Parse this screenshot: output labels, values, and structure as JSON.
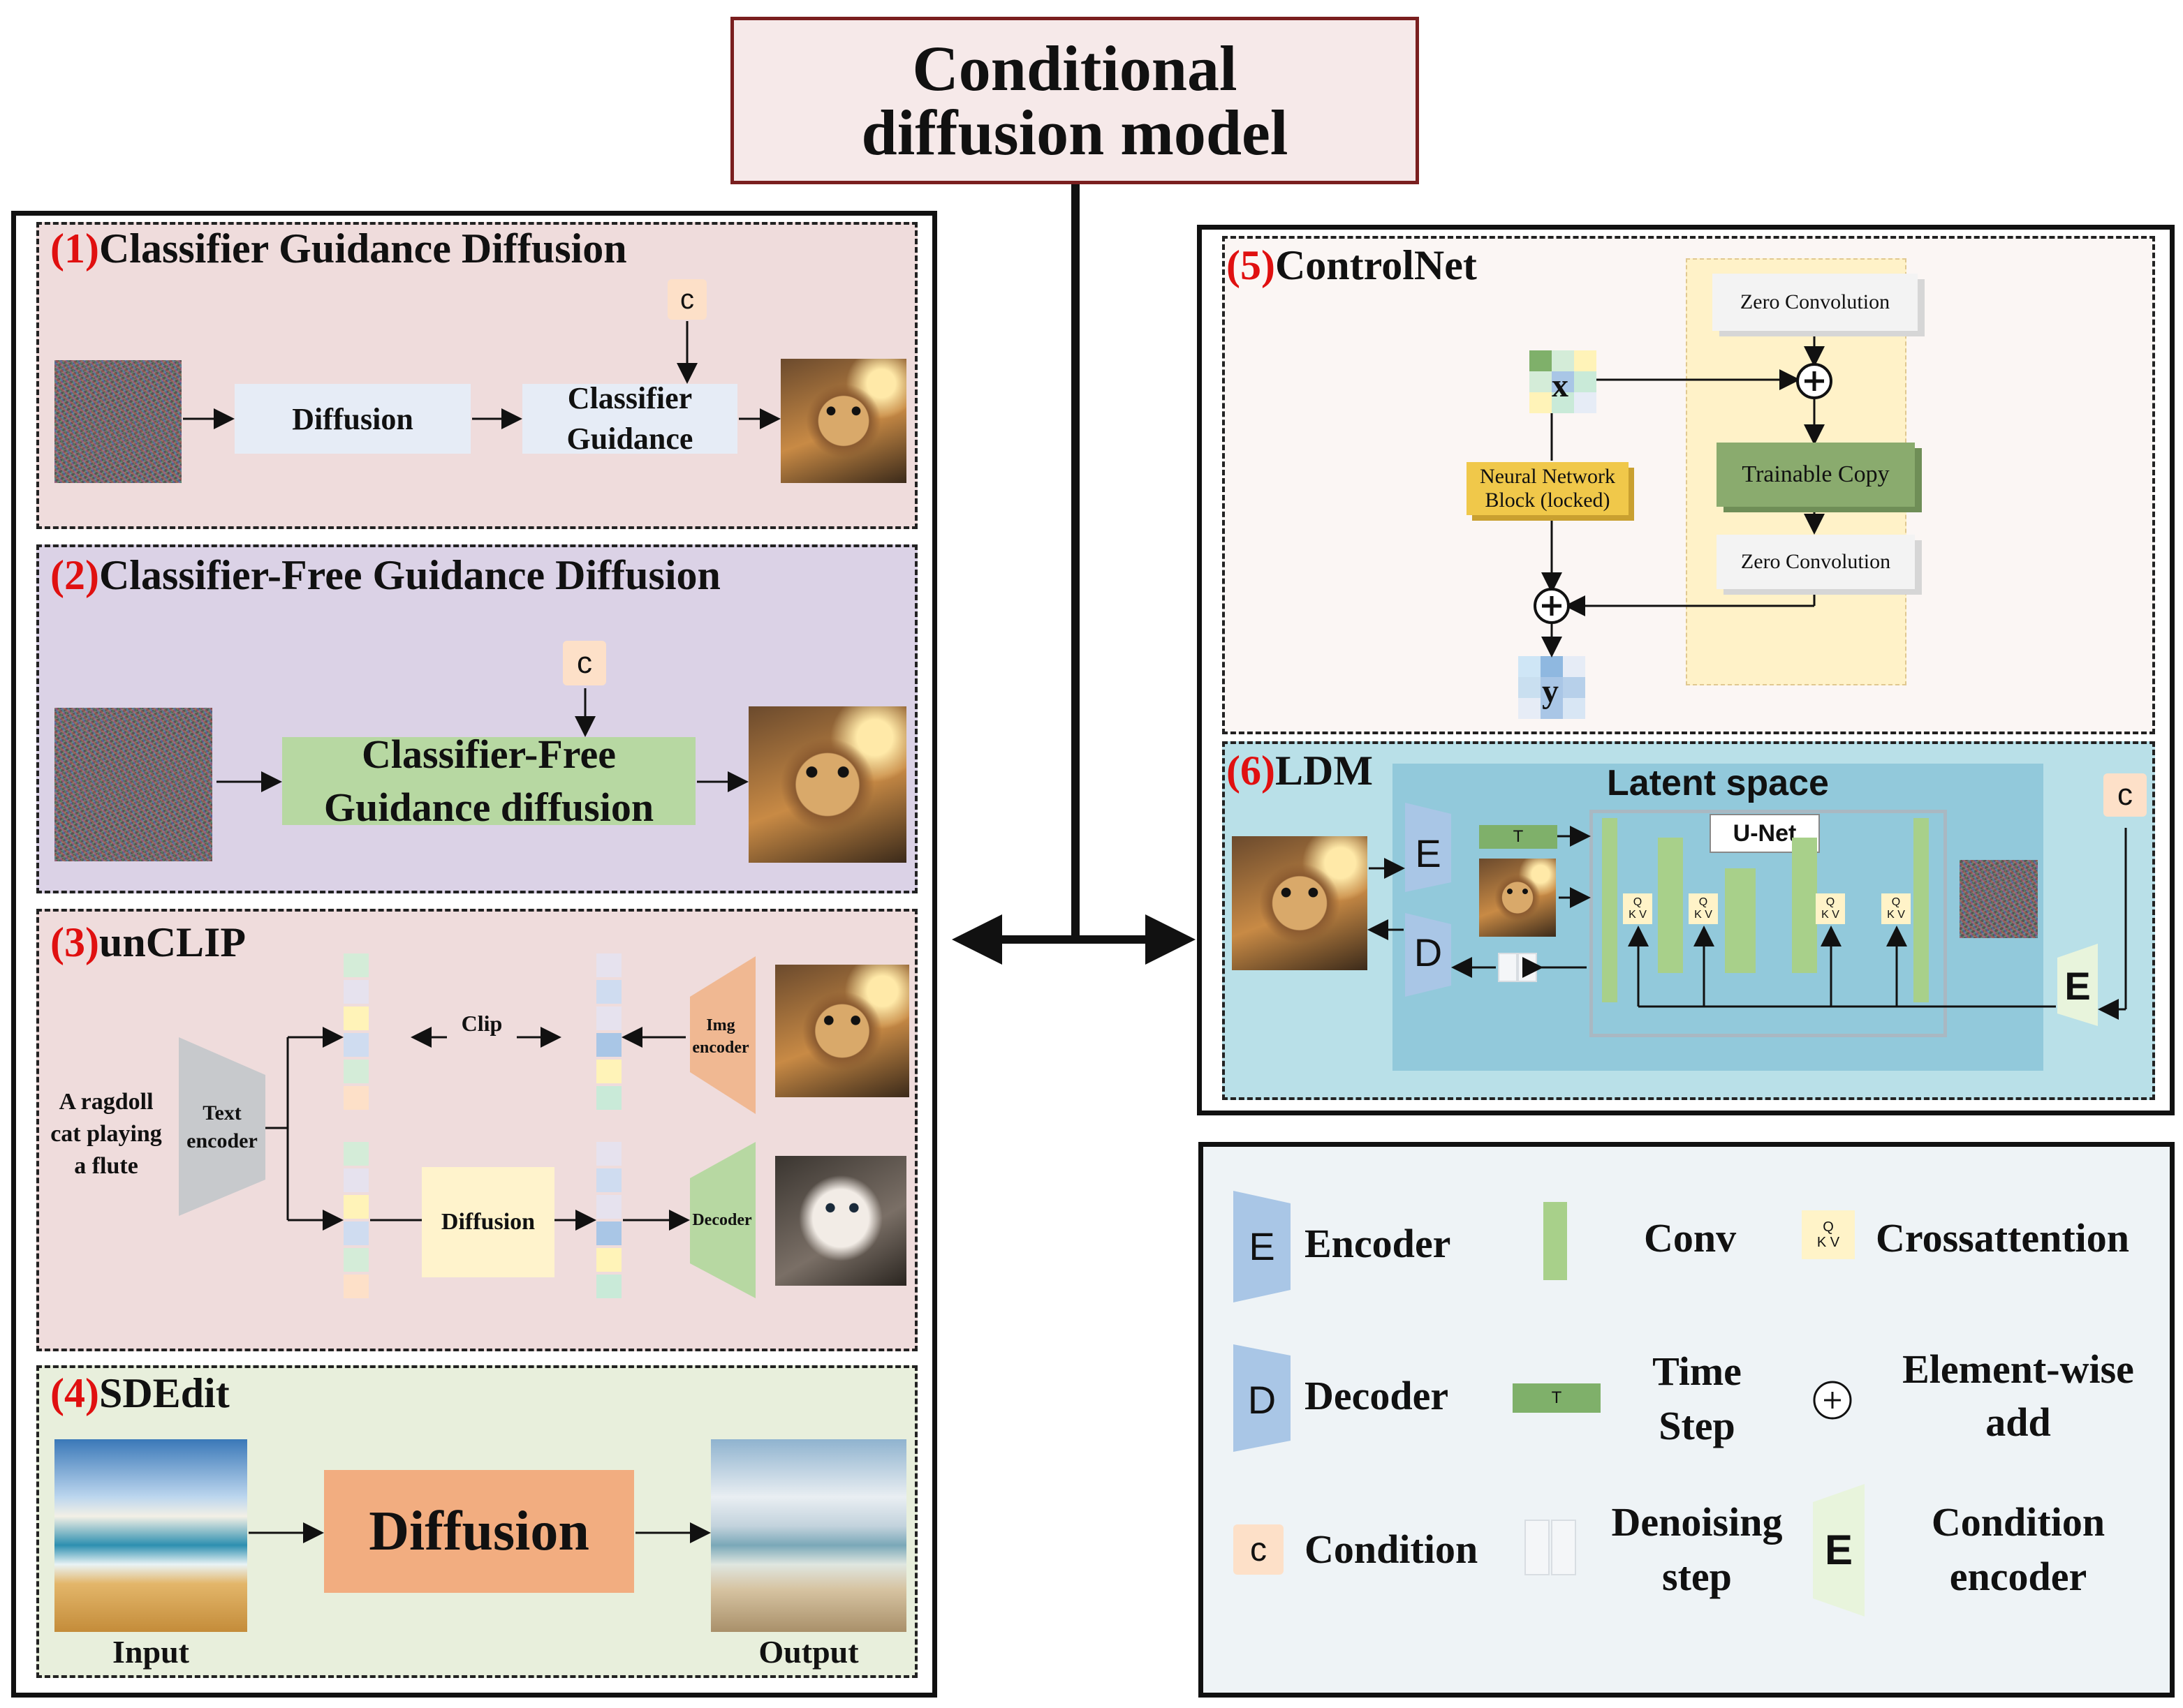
{
  "title": {
    "line1": "Conditional",
    "line2": "diffusion model"
  },
  "panel1": {
    "num": "(1)",
    "label": "Classifier Guidance Diffusion",
    "diffusion": "Diffusion",
    "classifier_l1": "Classifier",
    "classifier_l2": "Guidance",
    "condition": "c"
  },
  "panel2": {
    "num": "(2)",
    "label": "Classifier-Free Guidance Diffusion",
    "box_l1": "Classifier-Free",
    "box_l2": "Guidance diffusion",
    "condition": "c"
  },
  "panel3": {
    "num": "(3)",
    "label": "unCLIP",
    "prompt_l1": "A ragdoll",
    "prompt_l2": "cat playing",
    "prompt_l3": "a flute",
    "text_encoder_l1": "Text",
    "text_encoder_l2": "encoder",
    "clip": "Clip",
    "img_encoder_l1": "Img",
    "img_encoder_l2": "encoder",
    "diffusion": "Diffusion",
    "decoder": "Decoder"
  },
  "panel4": {
    "num": "(4)",
    "label": "SDEdit",
    "diffusion": "Diffusion",
    "input": "Input",
    "output": "Output"
  },
  "panel5": {
    "num": "(5)",
    "label": "ControlNet",
    "x": "x",
    "y": "y",
    "zero_conv_top": "Zero Convolution",
    "trainable_copy": "Trainable Copy",
    "zero_conv_bottom": "Zero Convolution",
    "nn_block_l1": "Neural Network",
    "nn_block_l2": "Block (locked)"
  },
  "panel6": {
    "num": "(6)",
    "label": "LDM",
    "latent_space": "Latent space",
    "unet": "U-Net",
    "encoder": "E",
    "decoder": "D",
    "time": "T",
    "condition": "c",
    "cond_encoder": "E",
    "q": "Q",
    "k": "K",
    "v": "V"
  },
  "legend": {
    "encoder_icon": "E",
    "encoder": "Encoder",
    "conv": "Conv",
    "crossattention": "Crossattention",
    "decoder_icon": "D",
    "decoder": "Decoder",
    "time_icon": "T",
    "time_l1": "Time",
    "time_l2": "Step",
    "add_l1": "Element-wise",
    "add_l2": "add",
    "condition_icon": "c",
    "condition": "Condition",
    "denoise_l1": "Denoising",
    "denoise_l2": "step",
    "cond_enc_icon": "E",
    "cond_enc_l1": "Condition",
    "cond_enc_l2": "encoder",
    "q": "Q",
    "k": "K",
    "v": "V"
  },
  "colors": {
    "panel1_bg": "#efdcdc",
    "panel2_bg": "#dbd2e6",
    "panel3_bg": "#efdcdc",
    "panel4_bg": "#e8efdc",
    "panel5_bg": "#fbf6f4",
    "panel6_bg": "#b9e0e8",
    "legend_bg": "#eef3f6",
    "title_bg": "#f6e9e9",
    "title_border": "#7a1f1f",
    "accent_red": "#e01010"
  }
}
